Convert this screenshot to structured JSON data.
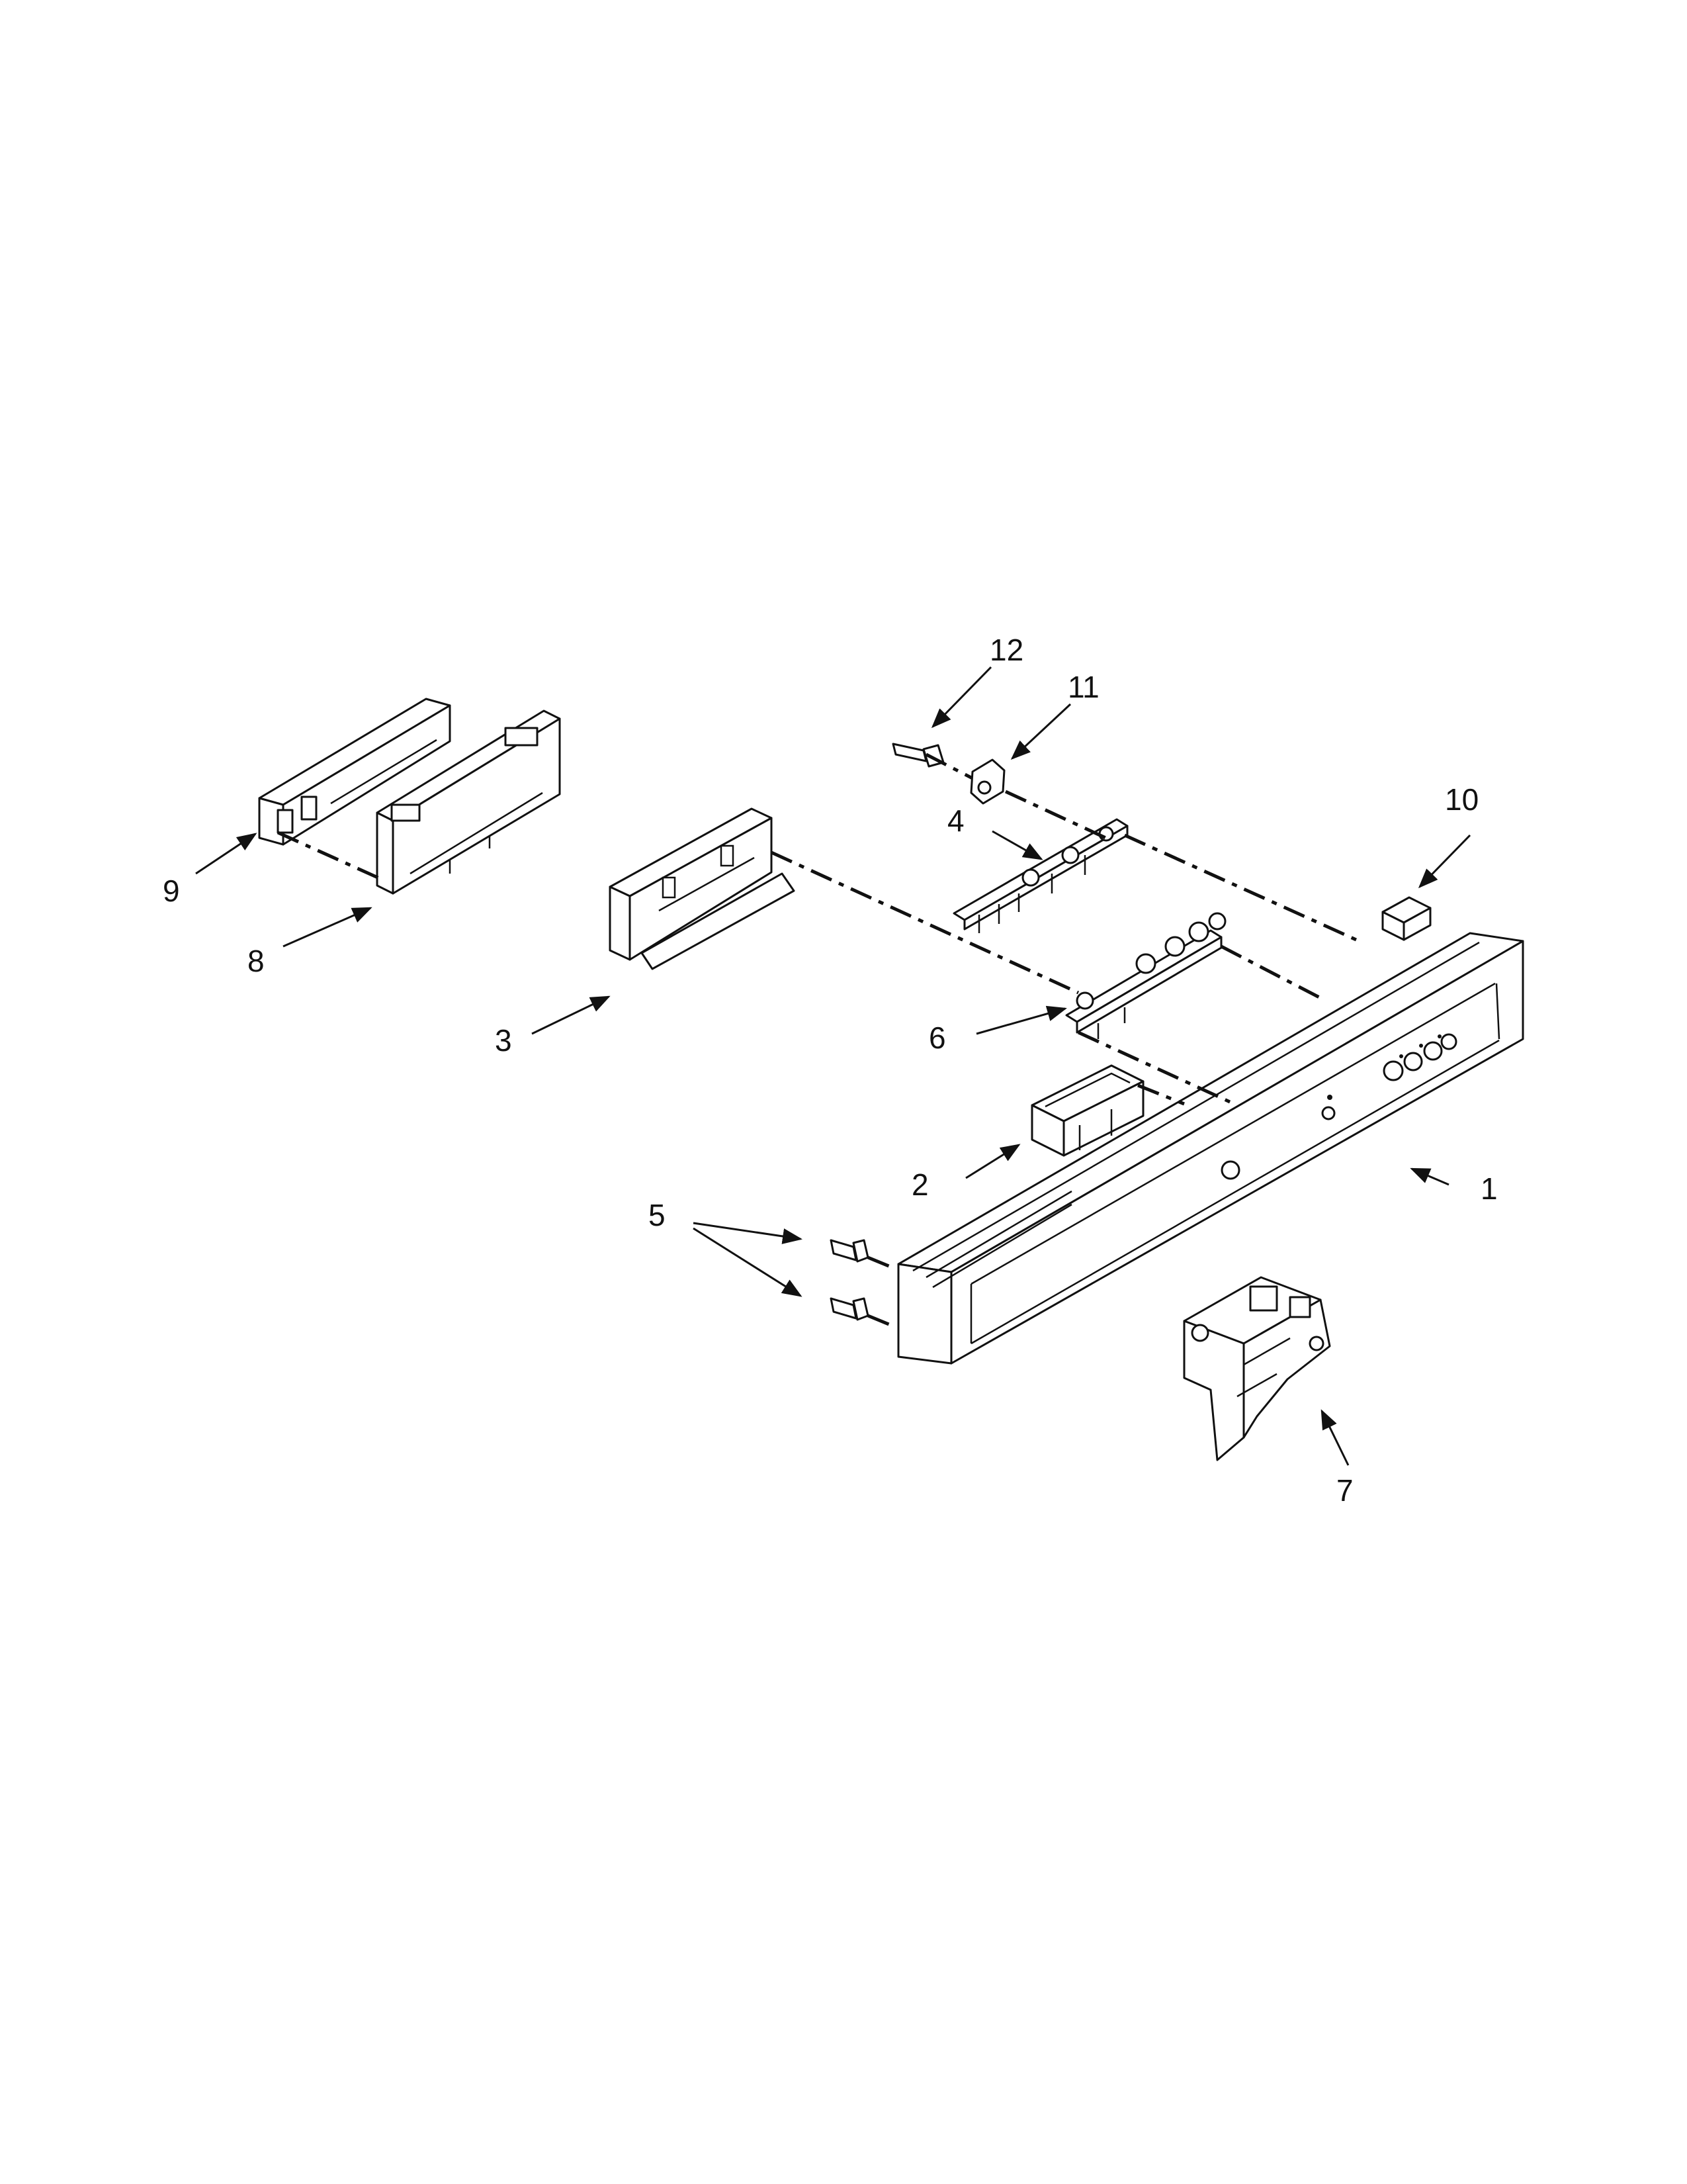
{
  "diagram": {
    "callouts": [
      {
        "id": "1",
        "text": "1"
      },
      {
        "id": "2",
        "text": "2"
      },
      {
        "id": "3",
        "text": "3"
      },
      {
        "id": "4",
        "text": "4"
      },
      {
        "id": "5",
        "text": "5"
      },
      {
        "id": "6",
        "text": "6"
      },
      {
        "id": "7",
        "text": "7"
      },
      {
        "id": "8",
        "text": "8"
      },
      {
        "id": "9",
        "text": "9"
      },
      {
        "id": "10",
        "text": "10"
      },
      {
        "id": "11",
        "text": "11"
      },
      {
        "id": "12",
        "text": "12"
      }
    ],
    "line_color": "#111111",
    "background_color": "#ffffff"
  }
}
